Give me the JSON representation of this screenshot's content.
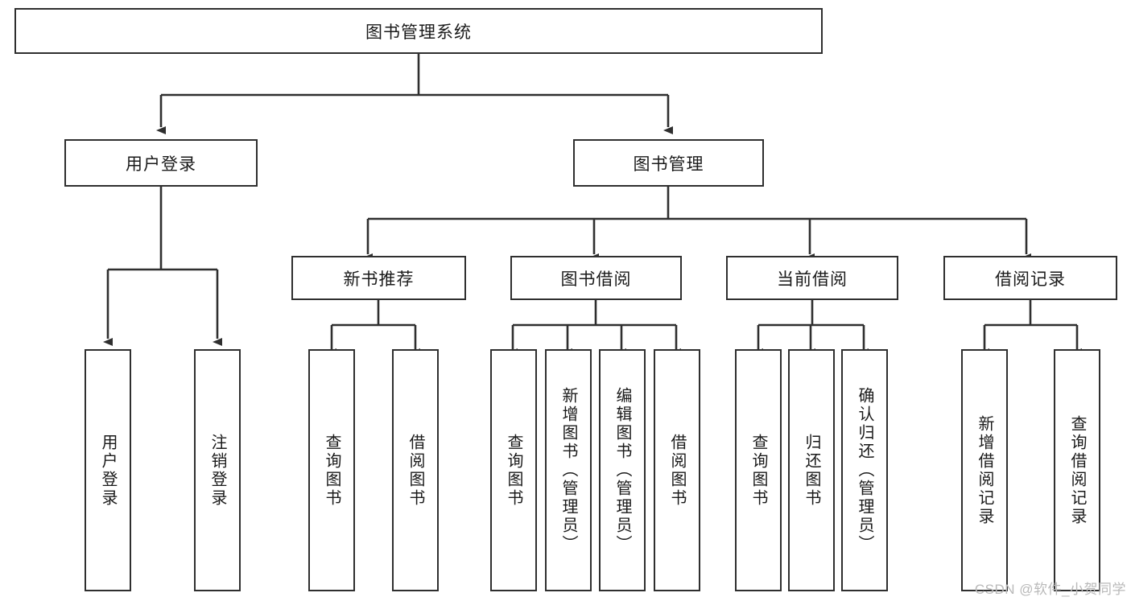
{
  "diagram": {
    "type": "tree-hierarchy-diagram",
    "title": "图书管理系统",
    "colors": {
      "background": "#ffffff",
      "border": "#2f2f2f",
      "text": "#1a1a1a",
      "connector": "#2f2f2f",
      "watermark": "#b9b9b9"
    },
    "root": {
      "label": "图书管理系统"
    },
    "level2": [
      {
        "label": "用户登录"
      },
      {
        "label": "图书管理"
      }
    ],
    "level3": [
      {
        "label": "新书推荐"
      },
      {
        "label": "图书借阅"
      },
      {
        "label": "当前借阅"
      },
      {
        "label": "借阅记录"
      }
    ],
    "leaves": {
      "user_login": [
        {
          "label": "用户登录"
        },
        {
          "label": "注销登录"
        }
      ],
      "new_book_recommend": [
        {
          "label": "查询图书"
        },
        {
          "label": "借阅图书"
        }
      ],
      "book_borrow": [
        {
          "label": "查询图书"
        },
        {
          "label": "新增图书（管理员）"
        },
        {
          "label": "编辑图书（管理员）"
        },
        {
          "label": "借阅图书"
        }
      ],
      "current_borrow": [
        {
          "label": "查询图书"
        },
        {
          "label": "归还图书"
        },
        {
          "label": "确认归还（管理员）"
        }
      ],
      "borrow_record": [
        {
          "label": "新增借阅记录"
        },
        {
          "label": "查询借阅记录"
        }
      ]
    }
  },
  "watermark": {
    "text": "CSDN @软件_小贺同学"
  }
}
